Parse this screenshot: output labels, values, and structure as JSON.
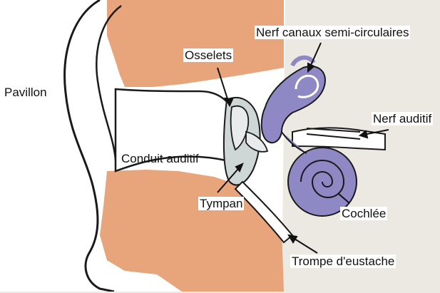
{
  "labels": {
    "pavillon": "Pavillon",
    "osselets": "Osselets",
    "nerf_canaux": "Nerf canaux semi-circulaires",
    "nerf_auditif": "Nerf auditif",
    "conduit_auditif": "Conduit auditif",
    "tympan": "Tympan",
    "cochlee": "Cochlée",
    "trompe": "Trompe d'eustache"
  },
  "colors": {
    "skin": "#e8a47a",
    "inner_ear": "#8e88c4",
    "outline": "#1a1a1a",
    "bone": "#ffffff",
    "background_page": "#ece8e2"
  }
}
